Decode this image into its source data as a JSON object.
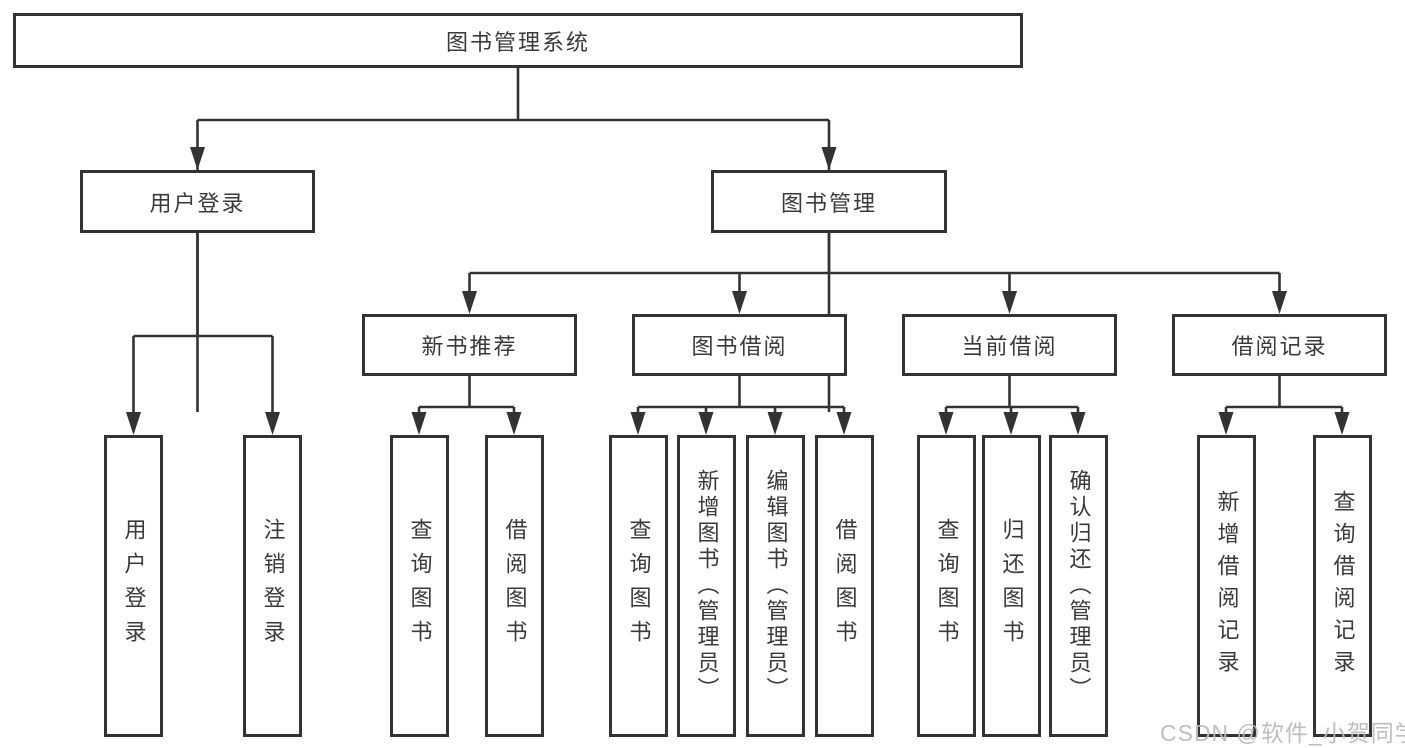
{
  "tree": {
    "label": "图书管理系统",
    "children": [
      {
        "label": "用户登录",
        "children": [
          {
            "label": "用户登录"
          },
          {
            "label": "注销登录"
          }
        ]
      },
      {
        "label": "图书管理",
        "children": [
          {
            "label": "新书推荐",
            "children": [
              {
                "label": "查询图书"
              },
              {
                "label": "借阅图书"
              }
            ]
          },
          {
            "label": "图书借阅",
            "children": [
              {
                "label": "查询图书"
              },
              {
                "label": "新增图书（管理员）"
              },
              {
                "label": "编辑图书（管理员）"
              },
              {
                "label": "借阅图书"
              }
            ]
          },
          {
            "label": "当前借阅",
            "children": [
              {
                "label": "查询图书"
              },
              {
                "label": "归还图书"
              },
              {
                "label": "确认归还（管理员）"
              }
            ]
          },
          {
            "label": "借阅记录",
            "children": [
              {
                "label": "新增借阅记录"
              },
              {
                "label": "查询借阅记录"
              }
            ]
          }
        ]
      }
    ]
  },
  "watermark": {
    "text": "CSDN @软件_小贺同学"
  },
  "colors": {
    "line": "#333333",
    "text": "#3a3a3a",
    "box_background": "#ffffff",
    "watermark": "#bababa"
  }
}
